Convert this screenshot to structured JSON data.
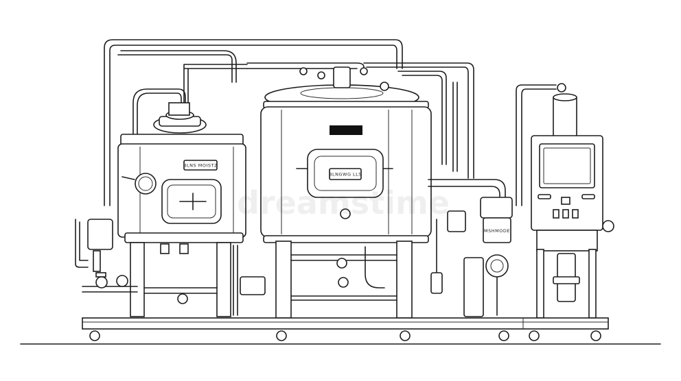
{
  "labels": {
    "mash_tun_plate": "BLNS MOISTZ",
    "brew_kettle_plate": "BLNGWG LLS",
    "auxiliary_unit_plate": "MSHMODE",
    "watermark": "dreamstime"
  },
  "colors": {
    "line": "#1c1c1c",
    "background": "#ffffff",
    "plate_dark": "#111111"
  }
}
